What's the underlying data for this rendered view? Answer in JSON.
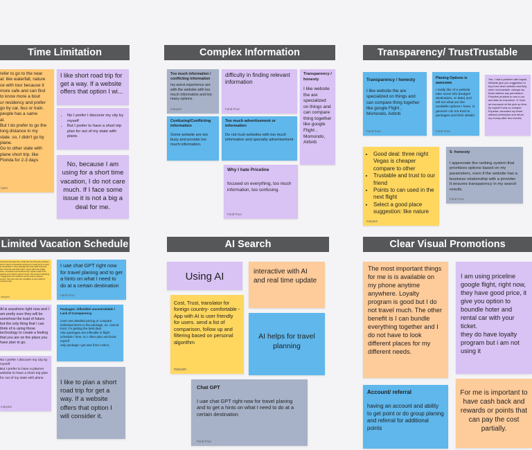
{
  "headers": {
    "time_limitation": "Time Limitation",
    "complex_information": "Complex Information",
    "transparency": "Transparency/ TrustTrustable",
    "limited_vacation": "Limited Vacation Schedule",
    "ai_search": "AI Search",
    "clear_visual": "Clear Visual Promotions"
  },
  "colors": {
    "header_bg": "#555759",
    "orange": "#ffc874",
    "violet": "#d9c2f4",
    "blue": "#5fb7ec",
    "gray": "#a7b2c8",
    "yellow": "#ffd75e",
    "peach": "#fecb9a"
  },
  "notes": {
    "tl_1": {
      "body": "refer to go to the near\nal: like waterfall, nature\nce with tour because it\nmore safe and can find\nto know more a bout\nur residency and prefer\ngo by car, bus or train.\npeople has a same\nal.\n But I do prefer to go the\nlong distance in my\nstate. so, I didn't go by\nplane.\n Go to other state with\nplane short trip. like\nFlorida for 2-3 days",
      "author": "ryam"
    },
    "tl_2": {
      "body": "I like short road trip for get a way. If a website offers that option I wi..."
    },
    "tl_3": {
      "bullets": [
        "No I prefer I discover my city by myself",
        "But I prefer to have a short trip plan for out of my state with plane."
      ]
    },
    "tl_4": {
      "body": "No, because I am using for a short time vacation, I do not care much. If I face some issue it is not a big a deal for me."
    },
    "ci_1": {
      "title": "Too much information / conflicting information",
      "body": "my worst experience are with the website with too much information and too many options",
      "author": "maryam"
    },
    "ci_2": {
      "body": "difficulty in finding relevant information",
      "author": "Farid Pour"
    },
    "ci_3": {
      "title": "Transparency / honesty",
      "body": "I like website the are specialized on things and can compare thing together like google Flight , Momondo, Airbnb"
    },
    "ci_4": {
      "title": "Confusing/Conflicting information",
      "body": "Some website are too busy and provide too much information."
    },
    "ci_5": {
      "title": "Too much advertisement or information",
      "body": "Do not trust websites with too much information and specially advertisement"
    },
    "ci_6": {
      "title": "Why I hate Priceline",
      "body": "focused on everything, too much information, too confusing.",
      "author": "Farid Pour"
    },
    "tr_1": {
      "title": "Transparency / honesty",
      "body": "I like website the are specialized on  things and can compare thing together like google Flight , Momondo, Airbnb",
      "author": "Farid Pour"
    },
    "tr_2": {
      "title": "Planing Options is awesome",
      "body": "I really like of a website take some info (budget/ destination, or date) and tell me what are the available options I have. in general I do not trust to packages and their details.",
      "author": "Farid Pour"
    },
    "tr_3": {
      "body": "Yes, I had a problem with kayak. Website give you suggestion to buy from other website and they were not trustable. change my ticket without any permission. Priceline problem to rent a car and take an insurance. If I took an insurance at the pick up time, by myself it was so cheaper.\nExpedia: cancelled my ticket without permission and return my money after two months"
    },
    "tr_4": {
      "bullets": [
        "Good deal: three night Vegas is cheaper compare to other",
        "Trustable and trust to our friend",
        "Points to can used in the next flight",
        "Select a good place suggestion: like nature"
      ],
      "author": "maryam"
    },
    "tr_5": {
      "title": "5- honesty",
      "body": "I appreciate the ranking system that prioritizes options based on my parameters, even if the website has a business relationship with a provider. It ensures transparency in my search results.",
      "author": "Farid Pour"
    },
    "lv_1": {
      "body": "Continued because they mostly like the third party websites and if I want to reschedule cancel do it myself and it is hard to reschedule it. Once package like three night hotel and bus a fast info and other take it. Some with trust quality store, somebody trust because they repeat it lead of the website and it will be right to human. Not contact to Booking / Suggestions info customer service online customer service. She has more info, possibility to use modify by myself as well.",
      "author": "maryam"
    },
    "lv_2": {
      "body": "AI is anywhere right now and I am pretty sure they will be somehow the lead of future. but the only thing that I can think of is using those technology to create a feeling that you are on the place you have plan to go."
    },
    "lv_3": {
      "body": "No I prefer I discover my city by myself\nBut I prefer to have a planner website to have a short trip plan for out of my state with plane.",
      "author": "maryam"
    },
    "lv_4": {
      "body": "I uae chat GPT right now for travel planing and to get a hints on what I need to do at a certain destination",
      "author": "Farid Pour"
    },
    "lv_5": {
      "title": "Packages: inflexible/ uncontrollable / Lack of  transparency.",
      "body": "Can't see detailed pricing or compare individual items in the package, ex. cannot trust, I'm getting the best deal.\nAlso packages are inflexible in flight schedule / time. so I often plan and book myself\nonly package I got was from costco."
    },
    "lv_6": {
      "body": "I like to plan a short road trip for get a way. If a website offers that option I will consider it."
    },
    "ai_1": {
      "body": "Using AI"
    },
    "ai_2": {
      "body": "interactive with AI and real time update"
    },
    "ai_3": {
      "body": "Cost, Trust, translator for foreign country- comfortable -\nApp  with AI is user friendly for users. send a list of comparison, follow up and filtering based on personal algorithm",
      "author": "maryam"
    },
    "ai_4": {
      "body": "AI helps for travel planning"
    },
    "ai_5": {
      "title": "Chat GPT",
      "body": "I uae chat GPT right now for travel planing and to get a hints on what I need to do at a certain destination",
      "author": "Farid Pour"
    },
    "cv_1": {
      "body": "The most important things for me is is available on my phone anytime anywhere. Loyalty program is good but I do not travel much. The other benefit is I can bundle everything together and I do not have to look different places for my different needs."
    },
    "cv_2": {
      "body": "I am using priceline google flight, right now, they have good price, it give you option to boundle hoter and rental car with your ticket.\nthey do have loyalty program but i am not using it"
    },
    "cv_3": {
      "title": "Account/ referral",
      "body": "having an account and ability to get point or do group planing and referral for additional points"
    },
    "cv_4": {
      "body": "For me is important to have cash back and rewards or points that can pay the cost partially."
    }
  }
}
